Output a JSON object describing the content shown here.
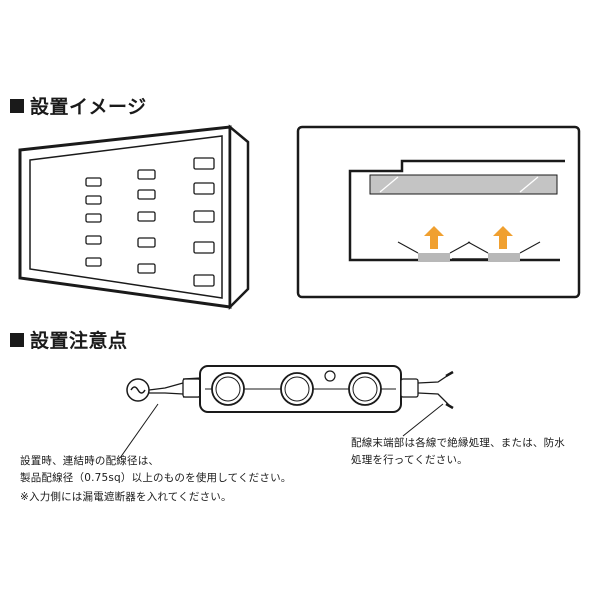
{
  "installation_image": {
    "heading": "設置イメージ"
  },
  "installation_notes": {
    "heading": "設置注意点",
    "wiring_note_line1": "設置時、連結時の配線径は、",
    "wiring_note_line2": "製品配線径（0.75sq）以上のものを使用してください。",
    "breaker_note": "※入力側には漏電遮断器を入れてください。",
    "end_note_line1": "配線末端部は各線で絶縁処理、または、防水",
    "end_note_line2": "処理を行ってください。"
  },
  "colors": {
    "line": "#1a1a1a",
    "light_arrow": "#f0a030",
    "module_gray": "#b8b8b8",
    "panel_gray": "#c4c4c4"
  },
  "icons": {
    "ac_source": "ac-source-icon",
    "light_arrow": "up-arrow-icon"
  }
}
